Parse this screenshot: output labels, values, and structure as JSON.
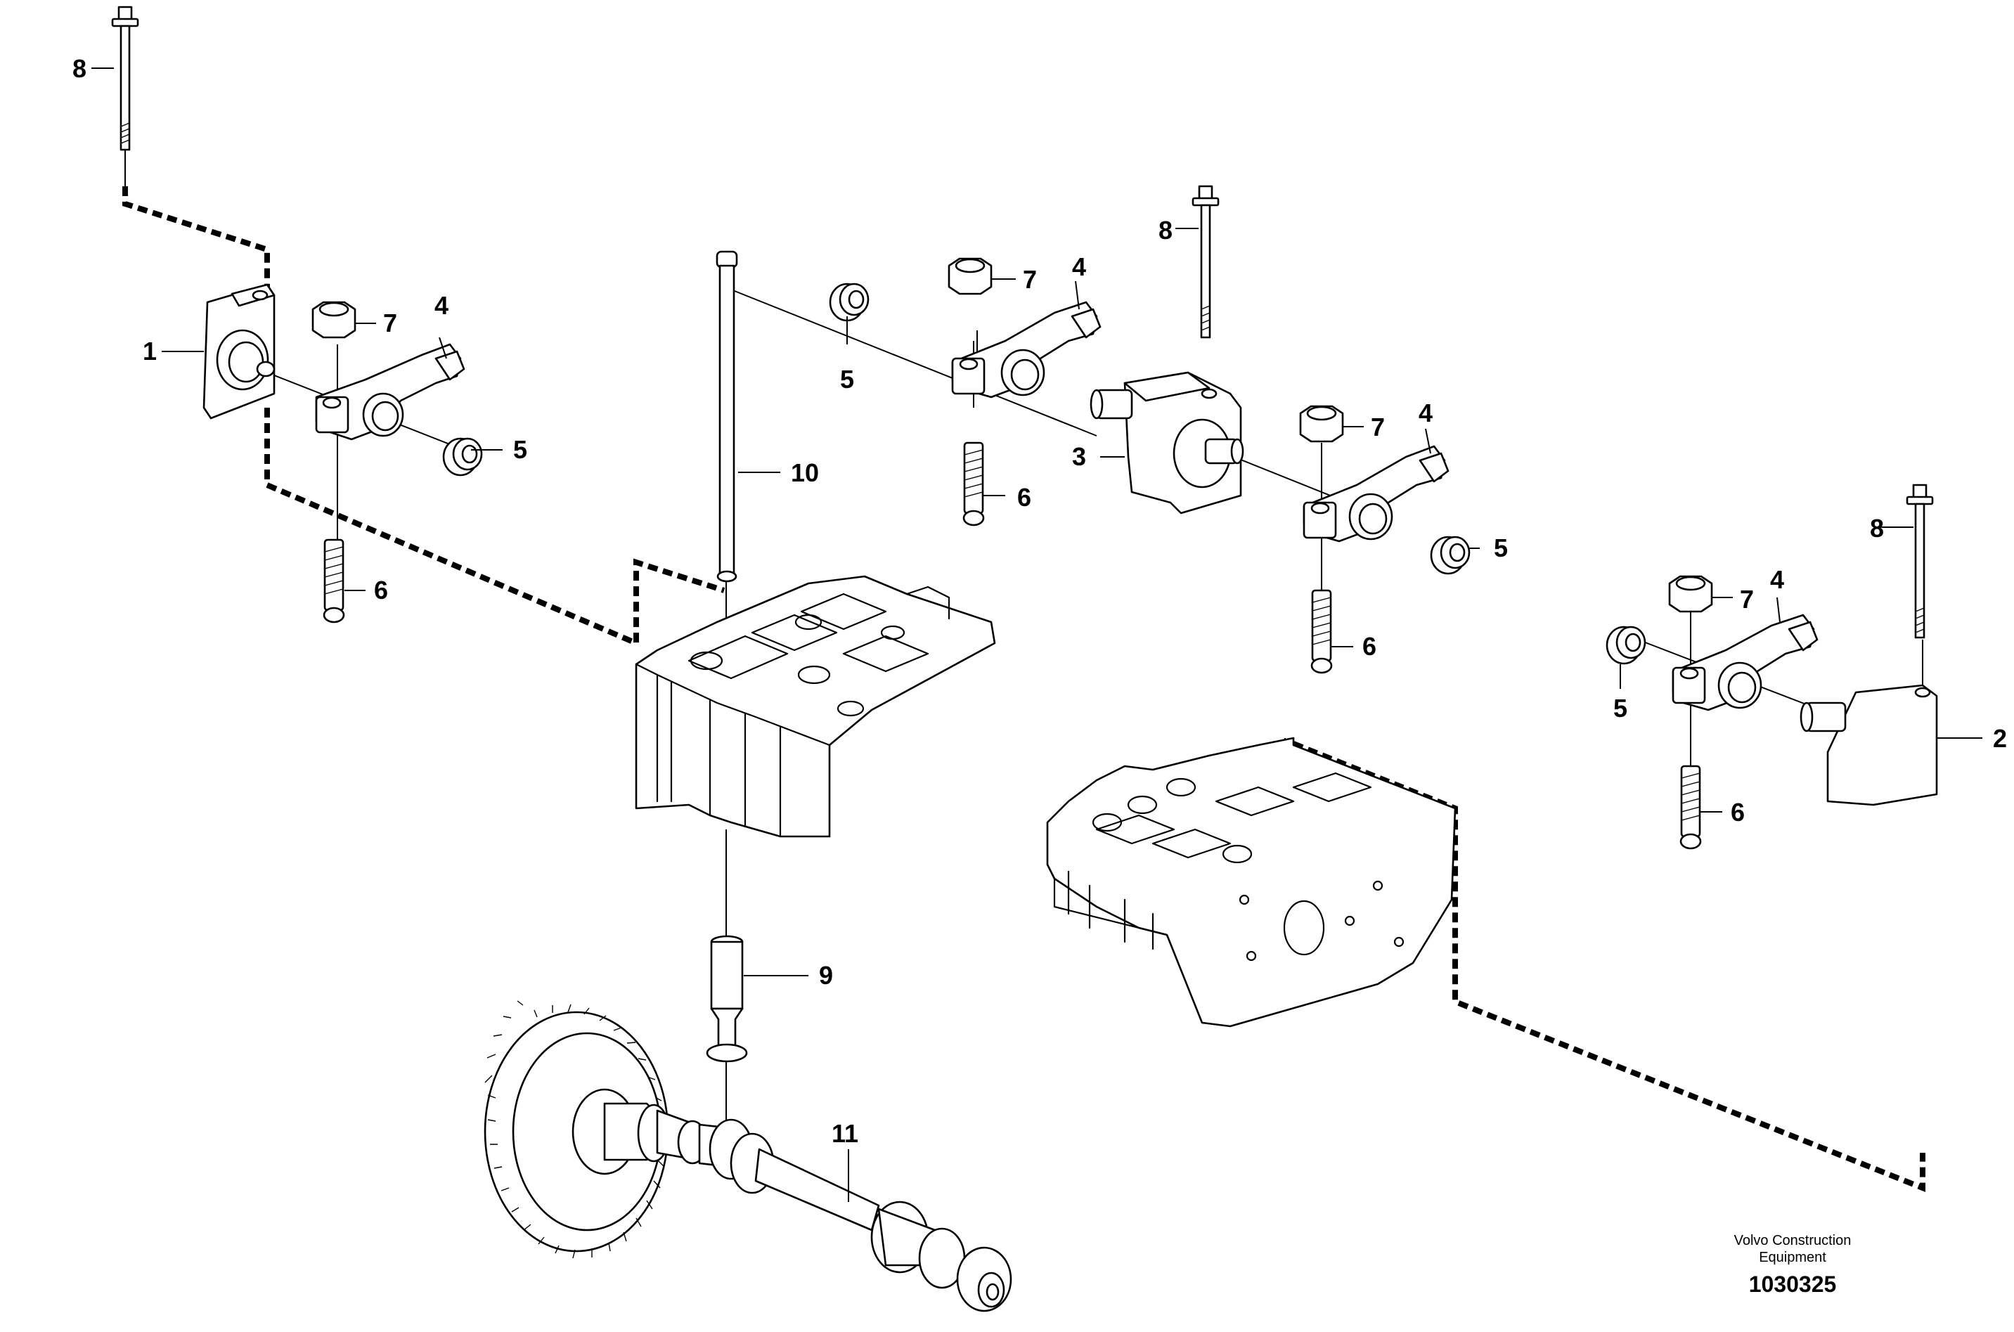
{
  "callouts": {
    "c1": "1",
    "c2": "2",
    "c3": "3",
    "c4": "4",
    "c5": "5",
    "c6": "6",
    "c7": "7",
    "c8": "8",
    "c9": "9",
    "c10": "10",
    "c11": "11"
  },
  "credit": {
    "line1": "Volvo Construction",
    "line2": "Equipment",
    "number": "1030325"
  }
}
